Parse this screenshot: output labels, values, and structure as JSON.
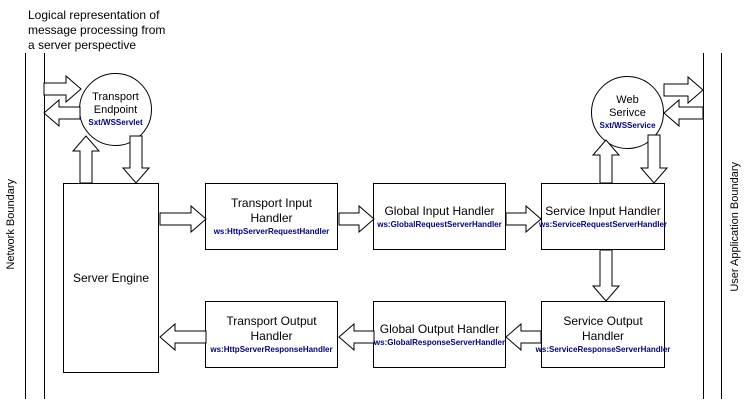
{
  "title": {
    "lines": [
      "Logical representation of",
      "message processing from",
      "a server perspective"
    ]
  },
  "boundaries": {
    "left_label": "Network Boundary",
    "right_label": "User Application Boundary"
  },
  "nodes": {
    "transport_endpoint": {
      "title_lines": [
        "Transport",
        "Endpoint"
      ],
      "subtitle": "Sxt/WSServlet"
    },
    "web_service": {
      "title_lines": [
        "Web",
        "Serivce"
      ],
      "subtitle": "Sxt/WSService"
    },
    "server_engine": {
      "title": "Server Engine"
    },
    "transport_input": {
      "title_lines": [
        "Transport Input",
        "Handler"
      ],
      "subtitle": "ws:HttpServerRequestHandler"
    },
    "global_input": {
      "title_lines": [
        "Global Input Handler"
      ],
      "subtitle": "ws:GlobalRequestServerHandler"
    },
    "service_input": {
      "title_lines": [
        "Service Input Handler"
      ],
      "subtitle": "ws:ServiceRequestServerHandler"
    },
    "transport_output": {
      "title_lines": [
        "Transport Output",
        "Handler"
      ],
      "subtitle": "ws:HttpServerResponseHandler"
    },
    "global_output": {
      "title_lines": [
        "Global Output Handler"
      ],
      "subtitle": "ws:GlobalResponseServerHandler"
    },
    "service_output": {
      "title_lines": [
        "Service Output",
        "Handler"
      ],
      "subtitle": "ws:ServiceResponseServerHandler"
    }
  },
  "colors": {
    "background": "#ffffff",
    "outline": "#000000",
    "subtitle_text": "#000080"
  }
}
